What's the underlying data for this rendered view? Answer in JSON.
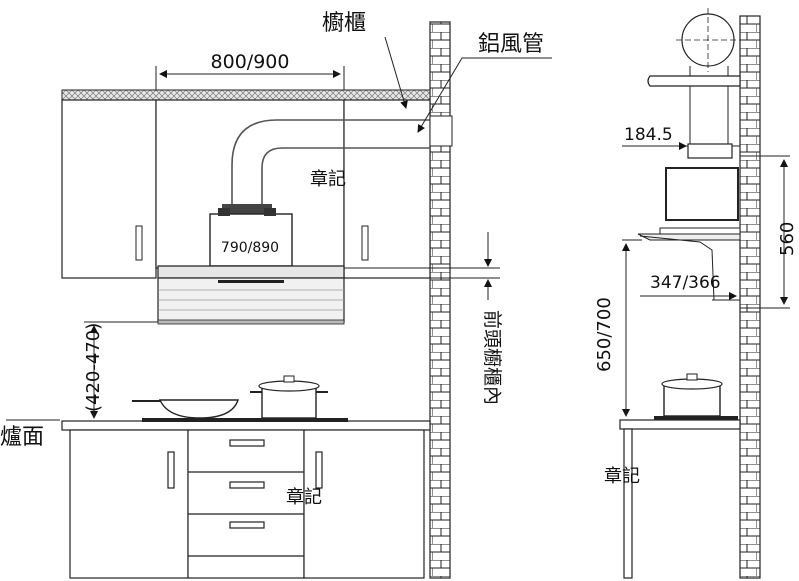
{
  "labels": {
    "cabinet": "櫥櫃",
    "aluminum_duct": "鋁風管",
    "width_dim": "800/900",
    "hood_body_dim": "790/890",
    "front_inside": "前頭櫥櫃內",
    "height_range": "(420-470)",
    "stove_surface": "爐面",
    "stamp": "章記",
    "side_depth": "184.5",
    "side_height": "560",
    "side_front": "347/366",
    "side_clearance": "650/700"
  }
}
